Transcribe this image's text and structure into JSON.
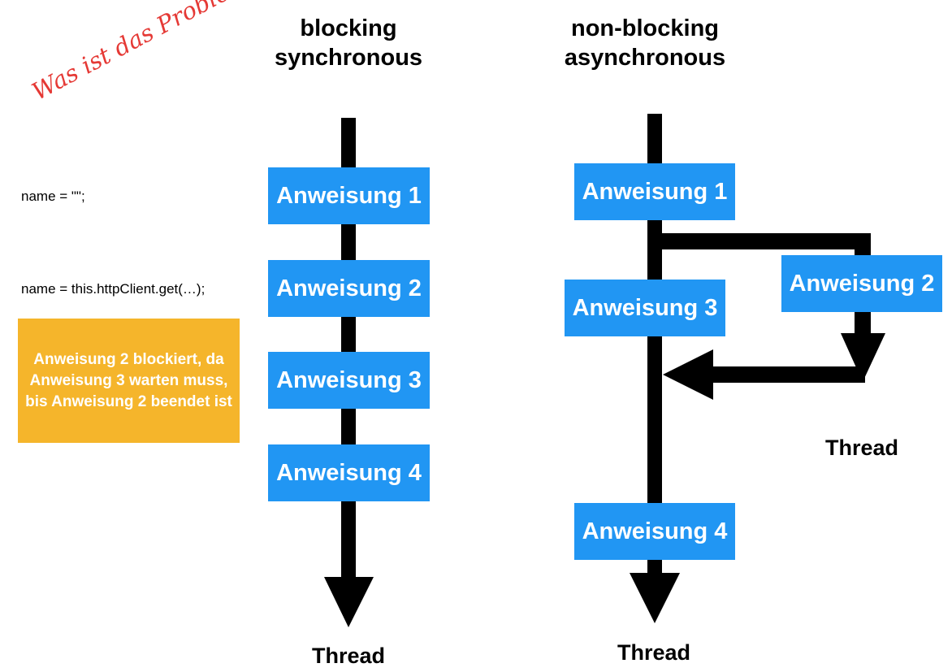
{
  "annotation": "Was ist das Problem?",
  "code_lines": [
    "name = \"\";",
    "name = this.httpClient.get(…);"
  ],
  "note": "Anweisung 2 blockiert, da Anweisung 3 warten muss, bis Anweisung 2 beendet ist",
  "blocking": {
    "title_line1": "blocking",
    "title_line2": "synchronous",
    "steps": [
      "Anweisung 1",
      "Anweisung 2",
      "Anweisung 3",
      "Anweisung 4"
    ],
    "thread_label": "Thread"
  },
  "nonblocking": {
    "title_line1": "non-blocking",
    "title_line2": "asynchronous",
    "steps": [
      "Anweisung 1",
      "Anweisung 2",
      "Anweisung 3",
      "Anweisung 4"
    ],
    "thread_label": "Thread",
    "side_thread_label": "Thread"
  },
  "colors": {
    "step_fill": "#2196f3",
    "note_fill": "#f5b52b",
    "annotation": "#e53935",
    "flow_line": "#000000"
  }
}
